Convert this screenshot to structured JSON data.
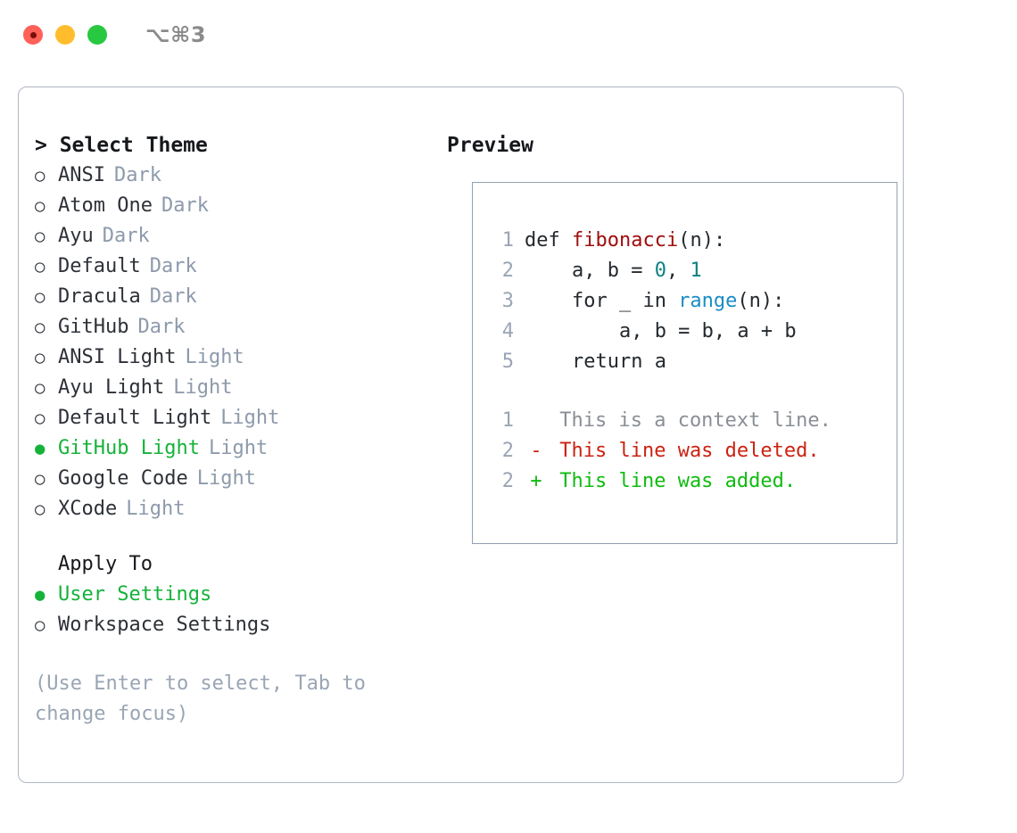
{
  "window": {
    "shortcut_label": "⌥⌘3",
    "traffic_lights": [
      "close",
      "minimize",
      "maximize"
    ]
  },
  "theme_panel": {
    "heading": "> Select Theme",
    "bullet_unselected": "○",
    "bullet_selected": "●",
    "items": [
      {
        "name": "ANSI",
        "variant": "Dark",
        "selected": false
      },
      {
        "name": "Atom One",
        "variant": "Dark",
        "selected": false
      },
      {
        "name": "Ayu",
        "variant": "Dark",
        "selected": false
      },
      {
        "name": "Default",
        "variant": "Dark",
        "selected": false
      },
      {
        "name": "Dracula",
        "variant": "Dark",
        "selected": false
      },
      {
        "name": "GitHub",
        "variant": "Dark",
        "selected": false
      },
      {
        "name": "ANSI Light",
        "variant": "Light",
        "selected": false
      },
      {
        "name": "Ayu Light",
        "variant": "Light",
        "selected": false
      },
      {
        "name": "Default Light",
        "variant": "Light",
        "selected": false
      },
      {
        "name": "GitHub Light",
        "variant": "Light",
        "selected": true
      },
      {
        "name": "Google Code",
        "variant": "Light",
        "selected": false
      },
      {
        "name": "XCode",
        "variant": "Light",
        "selected": false
      }
    ]
  },
  "apply_to": {
    "heading": "Apply To",
    "options": [
      {
        "label": "User Settings",
        "selected": true
      },
      {
        "label": "Workspace Settings",
        "selected": false
      }
    ]
  },
  "hint": "(Use Enter to select, Tab to change focus)",
  "preview": {
    "heading": "Preview",
    "code_lines": [
      {
        "no": "1",
        "segments": [
          {
            "text": "def ",
            "kind": "plain"
          },
          {
            "text": "fibonacci",
            "kind": "fn"
          },
          {
            "text": "(n):",
            "kind": "plain"
          }
        ]
      },
      {
        "no": "2",
        "segments": [
          {
            "text": "    a, b = ",
            "kind": "plain"
          },
          {
            "text": "0",
            "kind": "num"
          },
          {
            "text": ", ",
            "kind": "plain"
          },
          {
            "text": "1",
            "kind": "num"
          }
        ]
      },
      {
        "no": "3",
        "segments": [
          {
            "text": "    for _ in ",
            "kind": "plain"
          },
          {
            "text": "range",
            "kind": "call"
          },
          {
            "text": "(n):",
            "kind": "plain"
          }
        ]
      },
      {
        "no": "4",
        "segments": [
          {
            "text": "        a, b = b, a + b",
            "kind": "plain"
          }
        ]
      },
      {
        "no": "5",
        "segments": [
          {
            "text": "    return a",
            "kind": "plain"
          }
        ]
      }
    ],
    "diff_lines": [
      {
        "no": "1",
        "sign": " ",
        "text": " This is a context line.",
        "kind": "context"
      },
      {
        "no": "2",
        "sign": "-",
        "text": " This line was deleted.",
        "kind": "del"
      },
      {
        "no": "2",
        "sign": "+",
        "text": " This line was added.",
        "kind": "add"
      }
    ]
  },
  "colors": {
    "selected_green": "#16b23a",
    "muted": "#8d9aab",
    "function_red": "#a00d0d",
    "call_blue": "#1a8cc4",
    "number_teal": "#0d8080",
    "diff_del_red": "#cc2211",
    "diff_add_green": "#10bb10",
    "border": "#aeb7c2"
  }
}
